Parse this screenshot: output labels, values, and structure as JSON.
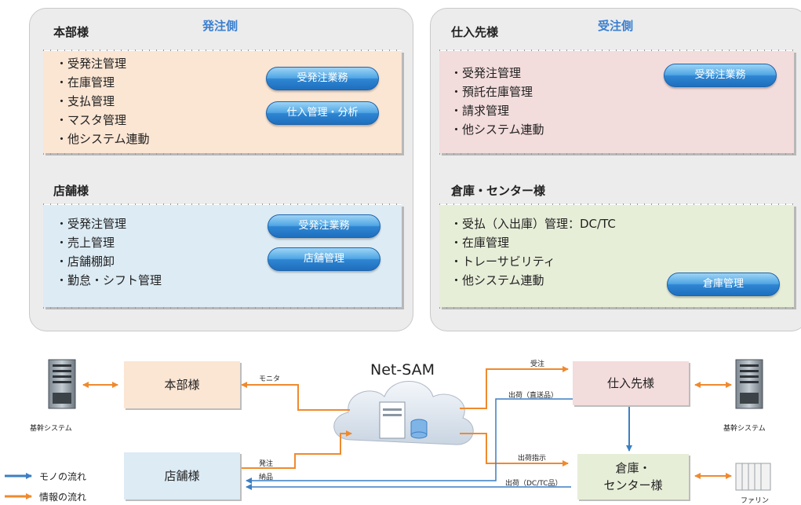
{
  "colors": {
    "info_flow": "#ef8a2e",
    "goods_flow": "#3b7fc4",
    "side_label": "#3a7fd0",
    "hq_fill": "#fbe5d3",
    "supplier_fill": "#f3dcdc",
    "store_fill": "#dcebf4",
    "warehouse_fill": "#e7eed8"
  },
  "order_side": {
    "label": "発注側",
    "hq": {
      "title": "本部様",
      "items": [
        "・受発注管理",
        "・在庫管理",
        "・支払管理",
        "・マスタ管理",
        "・他システム連動"
      ],
      "buttons": [
        "受発注業務",
        "仕入管理・分析"
      ]
    },
    "store": {
      "title": "店舗様",
      "items": [
        "・受発注管理",
        "・売上管理",
        "・店舗棚卸",
        "・勤怠・シフト管理"
      ],
      "buttons": [
        "受発注業務",
        "店舗管理"
      ]
    }
  },
  "receive_side": {
    "label": "受注側",
    "supplier": {
      "title": "仕入先様",
      "items": [
        "・受発注管理",
        "・預託在庫管理",
        "・請求管理",
        "・他システム連動"
      ],
      "buttons": [
        "受発注業務"
      ]
    },
    "warehouse": {
      "title": "倉庫・センター様",
      "items": [
        "・受払（入出庫）管理：DC/TC",
        "・在庫管理",
        "・トレーサビリティ",
        "・他システム連動"
      ],
      "buttons": [
        "倉庫管理"
      ]
    }
  },
  "flow": {
    "center_label": "Net-SAM",
    "nodes": {
      "hq": "本部様",
      "store": "店舗様",
      "supplier": "仕入先様",
      "warehouse_line1": "倉庫・",
      "warehouse_line2": "センター様"
    },
    "labels": {
      "monitor": "モニタ",
      "order": "発注",
      "delivery": "納品",
      "receive_order": "受注",
      "ship_direct": "出荷（直送品）",
      "ship_instruction": "出荷指示",
      "ship_dctc": "出荷（DC/TC品）"
    },
    "core_system_left": "基幹システム",
    "core_system_right": "基幹システム",
    "partial_label": "ファリン"
  },
  "legend": {
    "goods": "モノの流れ",
    "info": "情報の流れ"
  }
}
